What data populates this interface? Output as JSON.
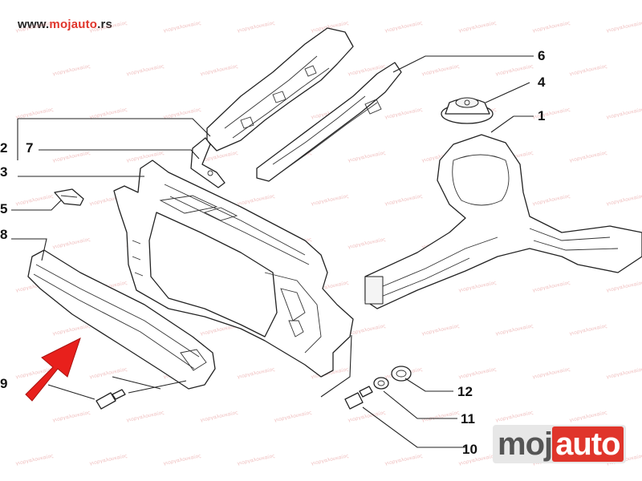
{
  "header": {
    "url_prefix": "www.",
    "url_brand": "mojauto",
    "url_suffix": ".rs"
  },
  "logo": {
    "part1": "moj",
    "part2": "auto"
  },
  "watermark": {
    "text": "γιοργαλουκαίος"
  },
  "callouts": [
    {
      "label": "1"
    },
    {
      "label": "2"
    },
    {
      "label": "3"
    },
    {
      "label": "4"
    },
    {
      "label": "5"
    },
    {
      "label": "6"
    },
    {
      "label": "7"
    },
    {
      "label": "8"
    },
    {
      "label": "9"
    },
    {
      "label": "10"
    },
    {
      "label": "11"
    },
    {
      "label": "12"
    }
  ],
  "colors": {
    "brand_red": "#e0352b",
    "arrow_red": "#e8201c",
    "line": "#222222"
  }
}
